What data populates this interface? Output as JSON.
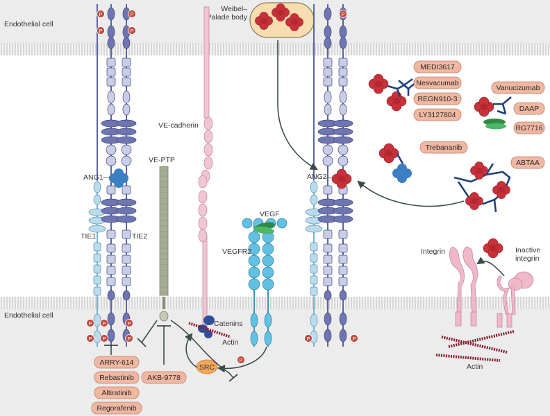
{
  "labels": {
    "endothelial_top": "Endothelial cell",
    "endothelial_bottom": "Endothelial cell",
    "weibel_line1": "Weibel–",
    "weibel_line2": "Palade body",
    "ang1": "ANG1",
    "ang2": "ANG2",
    "tie1": "TIE1",
    "tie2": "TIE2",
    "veptp": "VE-PTP",
    "vecadherin": "VE-cadherin",
    "vegf": "VEGF",
    "vegfr2": "VEGFR2",
    "catenins": "Catenins",
    "actin1": "Actin",
    "actin2": "Actin",
    "src": "SRC",
    "integrin": "Integrin",
    "inactive_line1": "Inactive",
    "inactive_line2": "integrin",
    "p": "P"
  },
  "drugs": {
    "medi": "MEDI3617",
    "nesva": "Nesvacumab",
    "regn": "REGN910-3",
    "ly": "LY3127804",
    "vanu": "Vanucizumab",
    "daap": "DAAP",
    "rg": "RG7716",
    "treb": "Trebananib",
    "abtaa": "ABTAA",
    "arry": "ARRY-614",
    "rebas": "Rebastinib",
    "altir": "Altiratinib",
    "regor": "Regorafenib",
    "akb": "AKB-9778"
  },
  "colors": {
    "membrane_fill": "#e3e3e3",
    "cytoplasm": "#eeeeee",
    "tie2_dark": "#6f75ae",
    "tie_light": "#c9cde6",
    "tie1_light": "#b9dcec",
    "ang_red": "#c9313a",
    "ang1_blue": "#3c7fc2",
    "vegfr_cyan": "#62c0e2",
    "vegf_green": "#3ea55a",
    "vecad_pink": "#f1c6d4",
    "integrin_pink": "#f1b8ca",
    "drug_box": "#f0b7a2",
    "antibody_navy": "#1e3f7a",
    "phospho": "#c14b3e",
    "src_orange": "#f2a75a",
    "veptp_olive": "#a7ad93"
  }
}
